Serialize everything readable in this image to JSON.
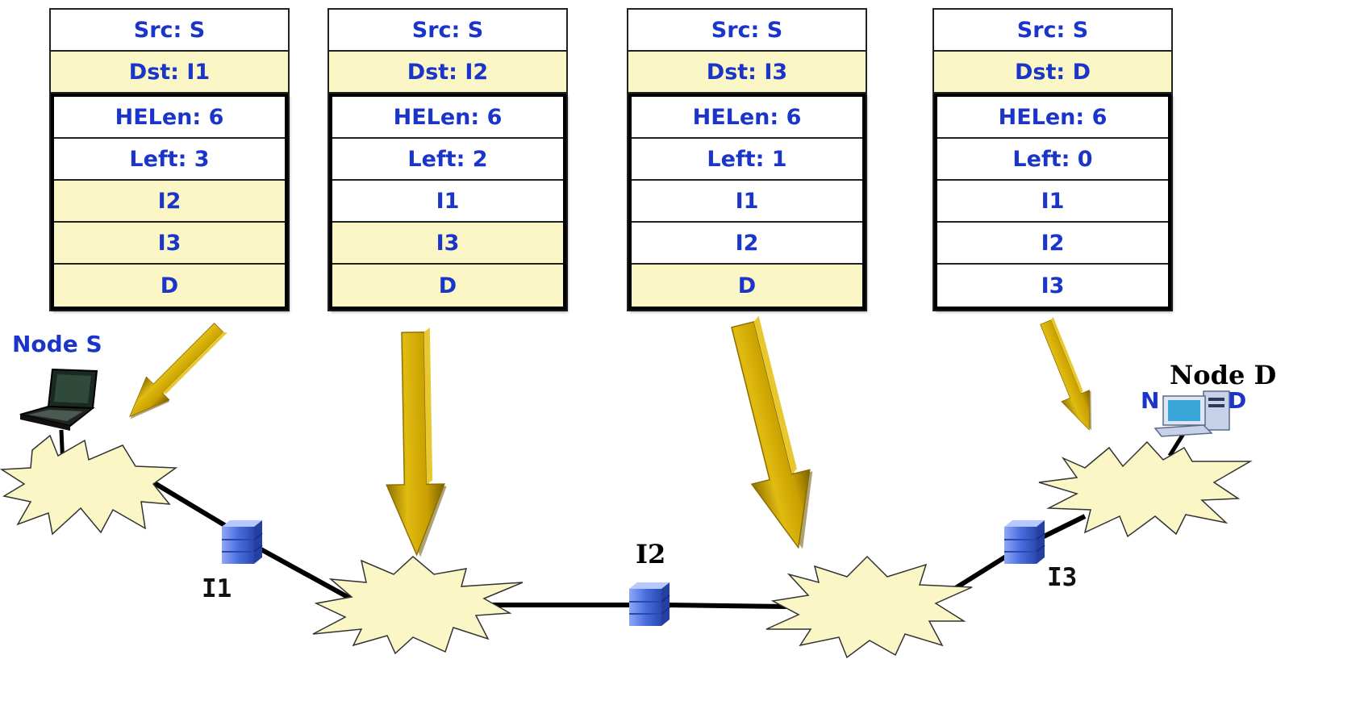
{
  "headers": [
    {
      "src": "Src: S",
      "dst": "Dst: I1",
      "helen": "HELen: 6",
      "left": "Left: 3",
      "hops": [
        "I2",
        "I3",
        "D"
      ]
    },
    {
      "src": "Src: S",
      "dst": "Dst: I2",
      "helen": "HELen: 6",
      "left": "Left: 2",
      "hops": [
        "I1",
        "I3",
        "D"
      ]
    },
    {
      "src": "Src: S",
      "dst": "Dst: I3",
      "helen": "HELen: 6",
      "left": "Left: 1",
      "hops": [
        "I1",
        "I2",
        "D"
      ]
    },
    {
      "src": "Src: S",
      "dst": "Dst: D",
      "helen": "HELen: 6",
      "left": "Left: 0",
      "hops": [
        "I1",
        "I2",
        "I3"
      ]
    }
  ],
  "highlighted_rows": [
    [
      "dst",
      "hop0",
      "hop1",
      "hop2"
    ],
    [
      "dst",
      "hop1",
      "hop2"
    ],
    [
      "dst",
      "hop2"
    ],
    [
      "dst"
    ]
  ],
  "nodes": {
    "node_s": "Node S",
    "node_d": "Node D",
    "node_d_obscured": "N",
    "node_d_obscured_tail": "D",
    "i1": "I1",
    "i2": "I2",
    "i3": "I3"
  },
  "colors": {
    "label_blue": "#1a35c8",
    "row_highlight": "#fbf6c6",
    "cloud_fill": "#fbf6c6",
    "arrow_gold": "#d4ad00",
    "router_blue": "#4a6ee0"
  },
  "icons": {
    "source": "laptop-icon",
    "destination": "desktop-computer-icon",
    "intermediate": "router-icon",
    "network": "network-cloud-icon",
    "flow": "arrow-icon"
  }
}
